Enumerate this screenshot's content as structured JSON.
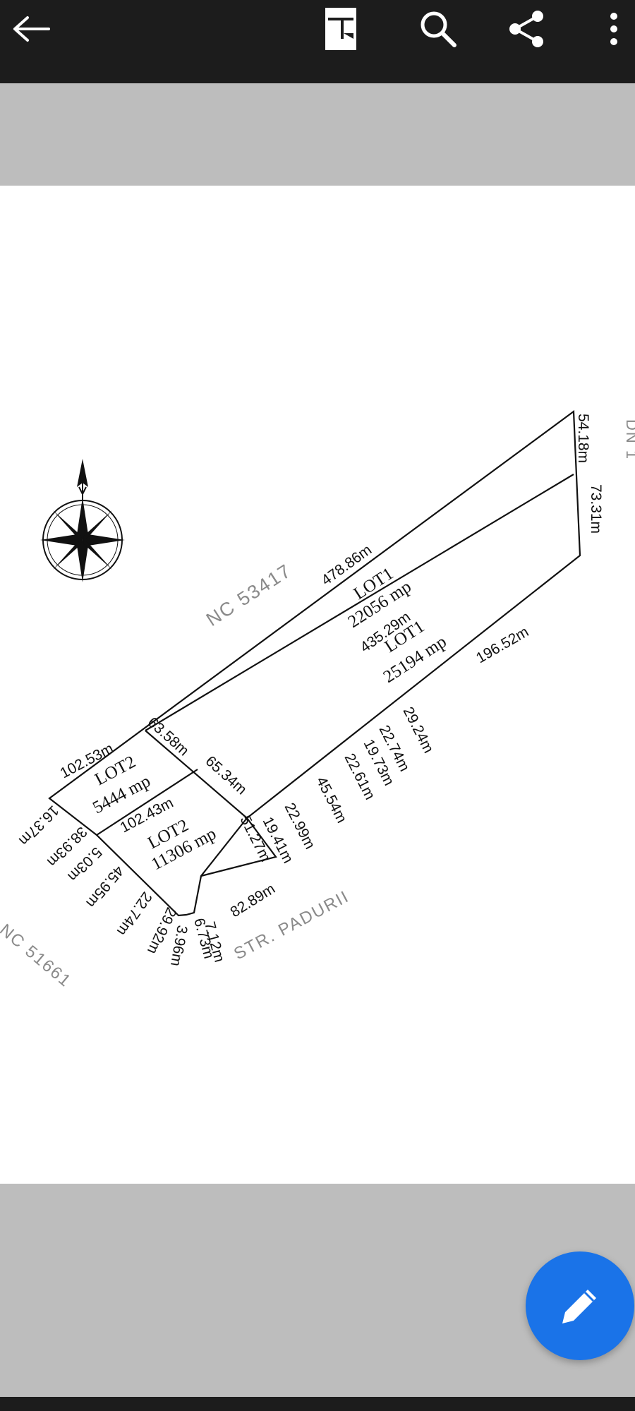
{
  "toolbar": {
    "icons": [
      "back-arrow-icon",
      "page-layout-icon",
      "search-icon",
      "share-icon",
      "more-vert-icon"
    ]
  },
  "plan": {
    "neighbors": {
      "north": "NC 53417",
      "southwest": "NC 51661",
      "east": "DN 1"
    },
    "street": "STR. PADURII",
    "lots": [
      {
        "name": "LOT1",
        "area": "22056 mp"
      },
      {
        "name": "LOT1",
        "area": "25194 mp"
      },
      {
        "name": "LOT2",
        "area": "5444 mp"
      },
      {
        "name": "LOT2",
        "area": "11306 mp"
      }
    ],
    "dimensions": [
      "478.86m",
      "54.18m",
      "73.31m",
      "435.29m",
      "196.52m",
      "102.53m",
      "63.58m",
      "65.34m",
      "102.43m",
      "51.27m",
      "19.41m",
      "22.99m",
      "45.54m",
      "22.61m",
      "19.73m",
      "22.74m",
      "29.24m",
      "16.37m",
      "38.93m",
      "5.03m",
      "45.95m",
      "22.74m",
      "29.92m",
      "3.96m",
      "6.73m",
      "7.12m",
      "82.89m"
    ]
  },
  "colors": {
    "toolbar_bg": "#1c1c1c",
    "page_bg": "#ffffff",
    "gutter_bg": "#bdbdbd",
    "fab_bg": "#1a73e8"
  },
  "fab": {
    "icon": "edit-pencil-icon"
  }
}
